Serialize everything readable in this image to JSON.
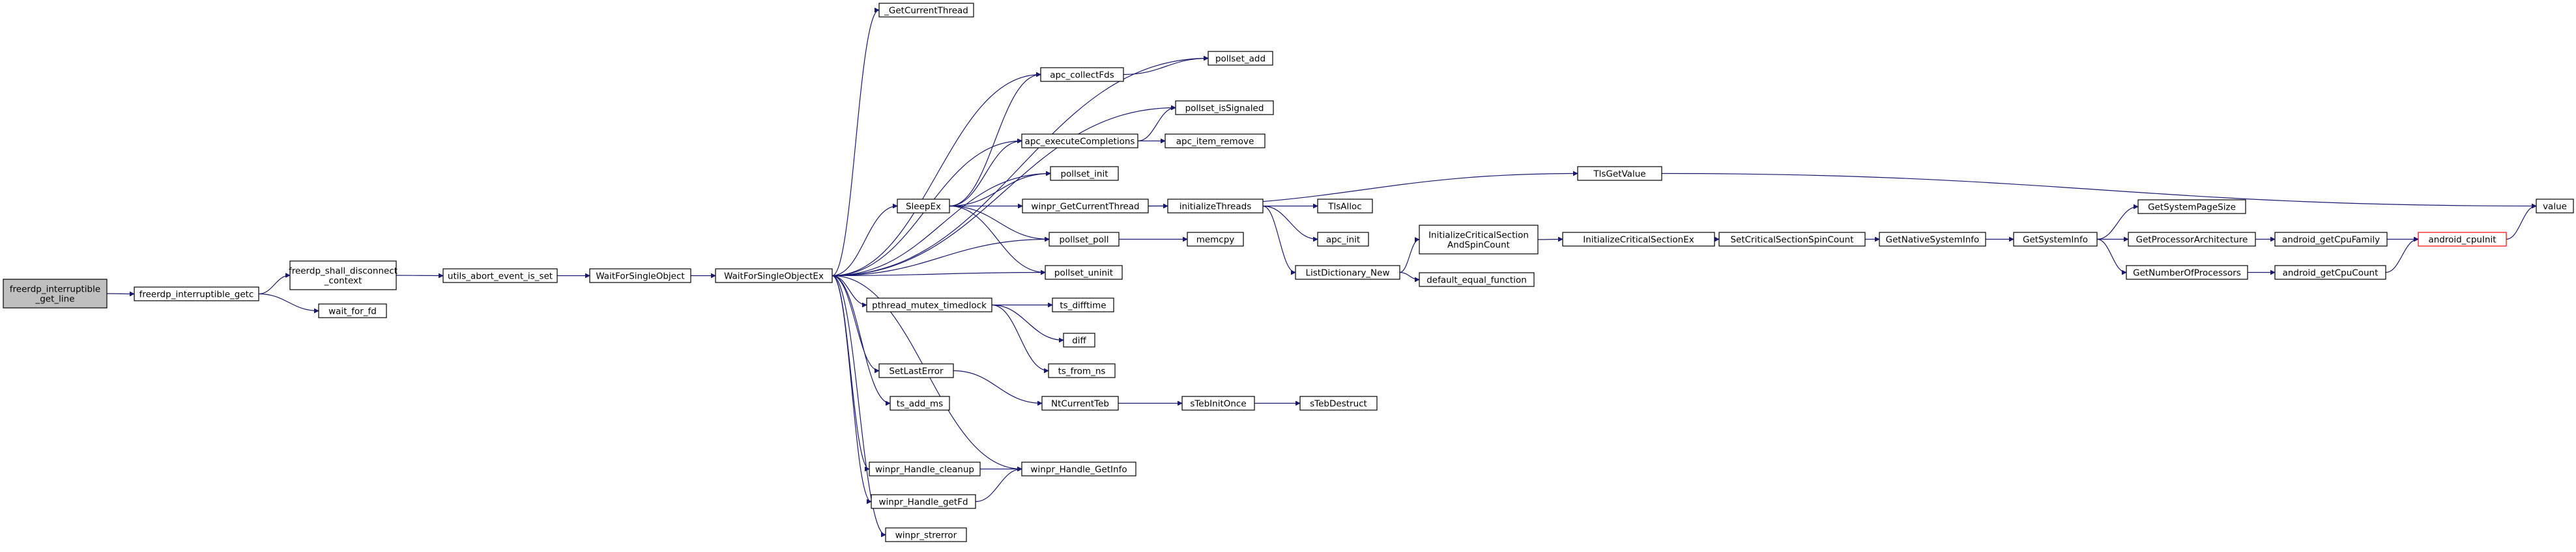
{
  "nodes": [
    {
      "id": "root",
      "lines": [
        "freerdp_interruptible",
        "_get_line"
      ],
      "style": "root"
    },
    {
      "id": "getc",
      "lines": [
        "freerdp_interruptible_getc"
      ]
    },
    {
      "id": "shall",
      "lines": [
        "freerdp_shall_disconnect",
        "_context"
      ]
    },
    {
      "id": "waitfd",
      "lines": [
        "wait_for_fd"
      ]
    },
    {
      "id": "abort",
      "lines": [
        "utils_abort_event_is_set"
      ]
    },
    {
      "id": "wfso",
      "lines": [
        "WaitForSingleObject"
      ]
    },
    {
      "id": "wfsoex",
      "lines": [
        "WaitForSingleObjectEx"
      ]
    },
    {
      "id": "gct",
      "lines": [
        "_GetCurrentThread"
      ]
    },
    {
      "id": "apccollect",
      "lines": [
        "apc_collectFds"
      ]
    },
    {
      "id": "polladd",
      "lines": [
        "pollset_add"
      ]
    },
    {
      "id": "pollsig",
      "lines": [
        "pollset_isSignaled"
      ]
    },
    {
      "id": "apcexec",
      "lines": [
        "apc_executeCompletions"
      ]
    },
    {
      "id": "apcremove",
      "lines": [
        "apc_item_remove"
      ]
    },
    {
      "id": "pollinit",
      "lines": [
        "pollset_init"
      ]
    },
    {
      "id": "sleepex",
      "lines": [
        "SleepEx"
      ]
    },
    {
      "id": "wgct",
      "lines": [
        "winpr_GetCurrentThread"
      ]
    },
    {
      "id": "pollpoll",
      "lines": [
        "pollset_poll"
      ]
    },
    {
      "id": "polluninit",
      "lines": [
        "pollset_uninit"
      ]
    },
    {
      "id": "mtx",
      "lines": [
        "pthread_mutex_timedlock"
      ]
    },
    {
      "id": "difftime",
      "lines": [
        "ts_difftime"
      ]
    },
    {
      "id": "diff",
      "lines": [
        "diff"
      ]
    },
    {
      "id": "fromns",
      "lines": [
        "ts_from_ns"
      ]
    },
    {
      "id": "setlast",
      "lines": [
        "SetLastError"
      ]
    },
    {
      "id": "addms",
      "lines": [
        "ts_add_ms"
      ]
    },
    {
      "id": "ntteb",
      "lines": [
        "NtCurrentTeb"
      ]
    },
    {
      "id": "cleanup",
      "lines": [
        "winpr_Handle_cleanup"
      ]
    },
    {
      "id": "getinfo",
      "lines": [
        "winpr_Handle_GetInfo"
      ]
    },
    {
      "id": "getfd",
      "lines": [
        "winpr_Handle_getFd"
      ]
    },
    {
      "id": "strerror",
      "lines": [
        "winpr_strerror"
      ]
    },
    {
      "id": "tlsget",
      "lines": [
        "TlsGetValue"
      ]
    },
    {
      "id": "value",
      "lines": [
        "value"
      ]
    },
    {
      "id": "initthreads",
      "lines": [
        "initializeThreads"
      ]
    },
    {
      "id": "tlsalloc",
      "lines": [
        "TlsAlloc"
      ]
    },
    {
      "id": "apcinit",
      "lines": [
        "apc_init"
      ]
    },
    {
      "id": "listdict",
      "lines": [
        "ListDictionary_New"
      ]
    },
    {
      "id": "memcpy",
      "lines": [
        "memcpy"
      ]
    },
    {
      "id": "icsspin",
      "lines": [
        "InitializeCriticalSection",
        "AndSpinCount"
      ]
    },
    {
      "id": "defeq",
      "lines": [
        "default_equal_function"
      ]
    },
    {
      "id": "icsex",
      "lines": [
        "InitializeCriticalSectionEx"
      ]
    },
    {
      "id": "setcsspin",
      "lines": [
        "SetCriticalSectionSpinCount"
      ]
    },
    {
      "id": "getnative",
      "lines": [
        "GetNativeSystemInfo"
      ]
    },
    {
      "id": "getsys",
      "lines": [
        "GetSystemInfo"
      ]
    },
    {
      "id": "pagesize",
      "lines": [
        "GetSystemPageSize"
      ]
    },
    {
      "id": "procarch",
      "lines": [
        "GetProcessorArchitecture"
      ]
    },
    {
      "id": "numproc",
      "lines": [
        "GetNumberOfProcessors"
      ]
    },
    {
      "id": "cpufamily",
      "lines": [
        "android_getCpuFamily"
      ]
    },
    {
      "id": "cpucount",
      "lines": [
        "android_getCpuCount"
      ]
    },
    {
      "id": "cpuinit",
      "lines": [
        "android_cpuInit"
      ],
      "style": "red"
    },
    {
      "id": "tebonce",
      "lines": [
        "sTebInitOnce"
      ]
    },
    {
      "id": "tebdestruct",
      "lines": [
        "sTebDestruct"
      ]
    }
  ],
  "edges": [
    [
      "root",
      "getc"
    ],
    [
      "getc",
      "shall"
    ],
    [
      "getc",
      "waitfd"
    ],
    [
      "shall",
      "abort"
    ],
    [
      "abort",
      "wfso"
    ],
    [
      "wfso",
      "wfsoex"
    ],
    [
      "wfsoex",
      "gct"
    ],
    [
      "wfsoex",
      "polladd"
    ],
    [
      "wfsoex",
      "apccollect"
    ],
    [
      "wfsoex",
      "pollsig"
    ],
    [
      "wfsoex",
      "apcexec"
    ],
    [
      "wfsoex",
      "pollinit"
    ],
    [
      "wfsoex",
      "sleepex"
    ],
    [
      "wfsoex",
      "pollpoll"
    ],
    [
      "wfsoex",
      "polluninit"
    ],
    [
      "wfsoex",
      "mtx"
    ],
    [
      "wfsoex",
      "setlast"
    ],
    [
      "wfsoex",
      "addms"
    ],
    [
      "wfsoex",
      "cleanup"
    ],
    [
      "wfsoex",
      "getinfo"
    ],
    [
      "wfsoex",
      "getfd"
    ],
    [
      "wfsoex",
      "strerror"
    ],
    [
      "apccollect",
      "polladd"
    ],
    [
      "apcexec",
      "pollsig"
    ],
    [
      "apcexec",
      "apcremove"
    ],
    [
      "sleepex",
      "apccollect"
    ],
    [
      "sleepex",
      "apcexec"
    ],
    [
      "sleepex",
      "pollinit"
    ],
    [
      "sleepex",
      "wgct"
    ],
    [
      "sleepex",
      "pollpoll"
    ],
    [
      "sleepex",
      "polluninit"
    ],
    [
      "wgct",
      "tlsget"
    ],
    [
      "wgct",
      "initthreads"
    ],
    [
      "tlsget",
      "value"
    ],
    [
      "initthreads",
      "tlsalloc"
    ],
    [
      "initthreads",
      "apcinit"
    ],
    [
      "initthreads",
      "listdict"
    ],
    [
      "pollpoll",
      "memcpy"
    ],
    [
      "mtx",
      "difftime"
    ],
    [
      "mtx",
      "diff"
    ],
    [
      "mtx",
      "fromns"
    ],
    [
      "setlast",
      "ntteb"
    ],
    [
      "ntteb",
      "tebonce"
    ],
    [
      "tebonce",
      "tebdestruct"
    ],
    [
      "cleanup",
      "getinfo"
    ],
    [
      "getfd",
      "getinfo"
    ],
    [
      "listdict",
      "icsspin"
    ],
    [
      "listdict",
      "defeq"
    ],
    [
      "icsspin",
      "icsex"
    ],
    [
      "icsex",
      "setcsspin"
    ],
    [
      "setcsspin",
      "getnative"
    ],
    [
      "getnative",
      "getsys"
    ],
    [
      "getsys",
      "pagesize"
    ],
    [
      "getsys",
      "procarch"
    ],
    [
      "getsys",
      "numproc"
    ],
    [
      "procarch",
      "cpufamily"
    ],
    [
      "numproc",
      "cpucount"
    ],
    [
      "cpufamily",
      "cpuinit"
    ],
    [
      "cpucount",
      "cpuinit"
    ],
    [
      "cpuinit",
      "value"
    ]
  ]
}
